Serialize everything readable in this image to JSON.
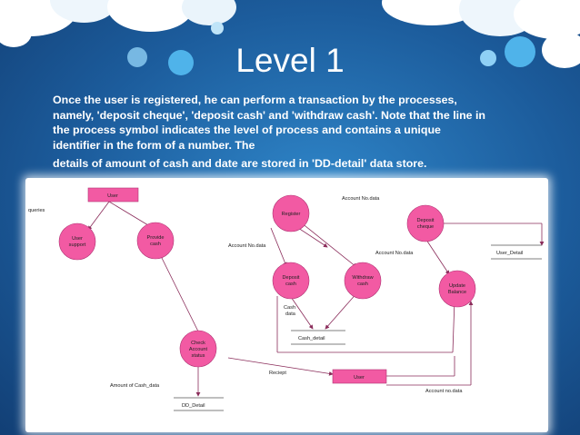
{
  "slide": {
    "title": "Level 1",
    "body_lines": [
      "Once the user is registered, he can perform a transaction by the processes,",
      "namely, 'deposit cheque', 'deposit cash' and 'withdraw cash'. Note that the line in",
      "the process symbol indicates the level of process and contains a unique",
      "identifier in the form of a number. The",
      "details of amount of cash and date are stored in 'DD-detail' data store."
    ]
  },
  "diagram": {
    "entities": {
      "user_top": "User",
      "user_bottom": "User"
    },
    "processes": {
      "user_support": [
        "User",
        "support"
      ],
      "provide_cash": [
        "Provide",
        "cash"
      ],
      "register": [
        "Register"
      ],
      "deposit_cash": [
        "Deposit",
        "cash"
      ],
      "withdraw_cash": [
        "Withdraw",
        "cash"
      ],
      "deposit_cheque": [
        "Deposit",
        "cheque"
      ],
      "update_balance": [
        "Update",
        "Balance"
      ],
      "check_account_status": [
        "Check",
        "Account",
        "status"
      ]
    },
    "stores": {
      "user_detail": "User_Detail",
      "cash_detail": "Cash_detail",
      "dd_detail": "DD_Detail"
    },
    "flows": {
      "queries": "queries",
      "account_no_data_top": "Account No.data",
      "account_no_data_left": "Account No.data",
      "account_no_data_right": "Account No.data",
      "cash_data": [
        "Cash",
        "data"
      ],
      "amount_of_cash_data": "Amount of Cash_data",
      "reciept": "Reciept",
      "account_no_data_bottom": "Account no.data"
    },
    "colors": {
      "process_fill": "#f25aa3",
      "flow_line": "#8a2c5a"
    }
  }
}
